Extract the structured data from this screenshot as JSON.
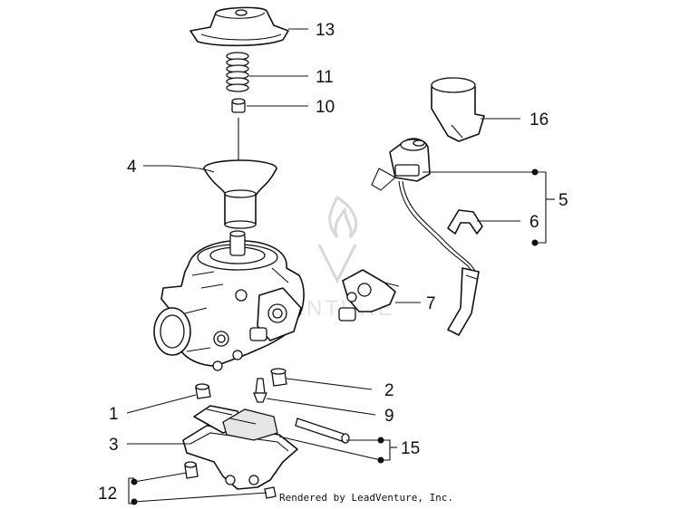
{
  "diagram": {
    "labels": [
      "13",
      "11",
      "10",
      "16",
      "4",
      "5",
      "6",
      "7",
      "2",
      "1",
      "9",
      "3",
      "15",
      "12"
    ],
    "credit": "Rendered by LeadVenture, Inc.",
    "watermark": "VENTURE"
  }
}
